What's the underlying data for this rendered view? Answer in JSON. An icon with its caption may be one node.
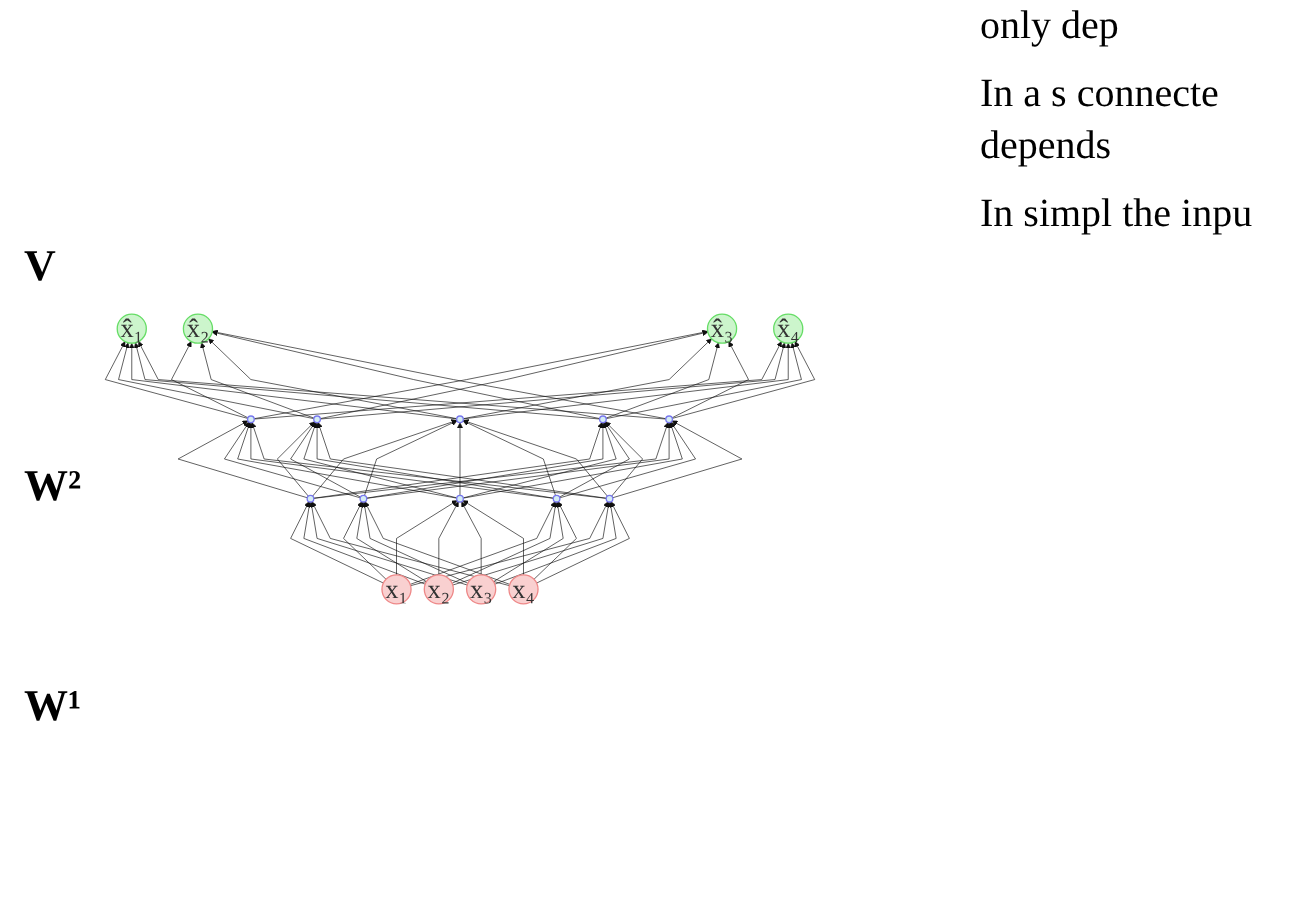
{
  "diagram": {
    "nodes": [
      {
        "text": [
          "x̂₁"
        ]
      },
      {
        "text": [
          "x̂₂"
        ]
      },
      {
        "text": [
          "x̂₃"
        ]
      },
      {
        "text": [
          "x̂₄"
        ]
      },
      {
        "text": [],
        "shape": "circle"
      },
      {
        "text": [],
        "shape": "circle"
      },
      {
        "text": [],
        "shape": "circle"
      },
      {
        "text": [],
        "shape": "circle"
      },
      {
        "text": [],
        "shape": "circle"
      },
      {
        "text": [],
        "shape": "circle"
      },
      {
        "text": [],
        "shape": "circle"
      },
      {
        "text": [],
        "shape": "circle"
      },
      {
        "text": [],
        "shape": "circle"
      },
      {
        "text": [],
        "shape": "circle"
      },
      {
        "text": [
          "x₁"
        ]
      },
      {
        "text": [
          "x₂"
        ]
      },
      {
        "text": [
          "x₃"
        ]
      },
      {
        "text": [
          "x₄"
        ]
      }
    ],
    "edges": [
      {
        "from": 14,
        "to": 9,
        "arrow": "to"
      },
      {
        "from": 14,
        "to": 10,
        "arrow": "to"
      },
      {
        "from": 14,
        "to": 11,
        "arrow": "to"
      },
      {
        "from": 14,
        "to": 12,
        "arrow": "to"
      },
      {
        "from": 14,
        "to": 13,
        "arrow": "to"
      },
      {
        "from": 15,
        "to": 9,
        "arrow": "to"
      },
      {
        "from": 15,
        "to": 10,
        "arrow": "to"
      },
      {
        "from": 15,
        "to": 11,
        "arrow": "to"
      },
      {
        "from": 15,
        "to": 12,
        "arrow": "to"
      },
      {
        "from": 15,
        "to": 13,
        "arrow": "to"
      },
      {
        "from": 16,
        "to": 9,
        "arrow": "to"
      },
      {
        "from": 16,
        "to": 10,
        "arrow": "to"
      },
      {
        "from": 16,
        "to": 11,
        "arrow": "to"
      },
      {
        "from": 16,
        "to": 12,
        "arrow": "to"
      },
      {
        "from": 16,
        "to": 13,
        "arrow": "to"
      },
      {
        "from": 17,
        "to": 9,
        "arrow": "to"
      },
      {
        "from": 17,
        "to": 10,
        "arrow": "to"
      },
      {
        "from": 17,
        "to": 11,
        "arrow": "to"
      },
      {
        "from": 17,
        "to": 12,
        "arrow": "to"
      },
      {
        "from": 17,
        "to": 13,
        "arrow": "to"
      },
      {
        "from": 9,
        "to": 4,
        "arrow": "to"
      },
      {
        "from": 9,
        "to": 5,
        "arrow": "to"
      },
      {
        "from": 9,
        "to": 6,
        "arrow": "to"
      },
      {
        "from": 9,
        "to": 7,
        "arrow": "to"
      },
      {
        "from": 9,
        "to": 8,
        "arrow": "to"
      },
      {
        "from": 10,
        "to": 4,
        "arrow": "to"
      },
      {
        "from": 10,
        "to": 5,
        "arrow": "to"
      },
      {
        "from": 10,
        "to": 6,
        "arrow": "to"
      },
      {
        "from": 10,
        "to": 7,
        "arrow": "to"
      },
      {
        "from": 10,
        "to": 8,
        "arrow": "to"
      },
      {
        "from": 11,
        "to": 4,
        "arrow": "to"
      },
      {
        "from": 11,
        "to": 5,
        "arrow": "to"
      },
      {
        "from": 11,
        "to": 6,
        "arrow": "to"
      },
      {
        "from": 11,
        "to": 7,
        "arrow": "to"
      },
      {
        "from": 11,
        "to": 8,
        "arrow": "to"
      },
      {
        "from": 12,
        "to": 4,
        "arrow": "to"
      },
      {
        "from": 12,
        "to": 5,
        "arrow": "to"
      },
      {
        "from": 12,
        "to": 6,
        "arrow": "to"
      },
      {
        "from": 12,
        "to": 7,
        "arrow": "to"
      },
      {
        "from": 12,
        "to": 8,
        "arrow": "to"
      },
      {
        "from": 13,
        "to": 4,
        "arrow": "to"
      },
      {
        "from": 13,
        "to": 5,
        "arrow": "to"
      },
      {
        "from": 13,
        "to": 6,
        "arrow": "to"
      },
      {
        "from": 13,
        "to": 7,
        "arrow": "to"
      },
      {
        "from": 13,
        "to": 8,
        "arrow": "to"
      },
      {
        "from": 4,
        "to": 0,
        "arrow": "to"
      },
      {
        "from": 4,
        "to": 1,
        "arrow": "to"
      },
      {
        "from": 4,
        "to": 2,
        "arrow": "to"
      },
      {
        "from": 4,
        "to": 3,
        "arrow": "to"
      },
      {
        "from": 5,
        "to": 0,
        "arrow": "to"
      },
      {
        "from": 5,
        "to": 1,
        "arrow": "to"
      },
      {
        "from": 5,
        "to": 2,
        "arrow": "to"
      },
      {
        "from": 5,
        "to": 3,
        "arrow": "to"
      },
      {
        "from": 6,
        "to": 0,
        "arrow": "to"
      },
      {
        "from": 6,
        "to": 1,
        "arrow": "to"
      },
      {
        "from": 6,
        "to": 2,
        "arrow": "to"
      },
      {
        "from": 6,
        "to": 3,
        "arrow": "to"
      },
      {
        "from": 7,
        "to": 0,
        "arrow": "to"
      },
      {
        "from": 7,
        "to": 1,
        "arrow": "to"
      },
      {
        "from": 7,
        "to": 2,
        "arrow": "to"
      },
      {
        "from": 7,
        "to": 3,
        "arrow": "to"
      },
      {
        "from": 8,
        "to": 0,
        "arrow": "to"
      },
      {
        "from": 8,
        "to": 1,
        "arrow": "to"
      },
      {
        "from": 8,
        "to": 2,
        "arrow": "to"
      },
      {
        "from": 8,
        "to": 3,
        "arrow": "to"
      }
    ],
    "labels": [
      "V",
      "W²",
      "W¹",
      "only dep",
      "In a s connecte depends",
      "In simpl the inpu"
    ]
  }
}
